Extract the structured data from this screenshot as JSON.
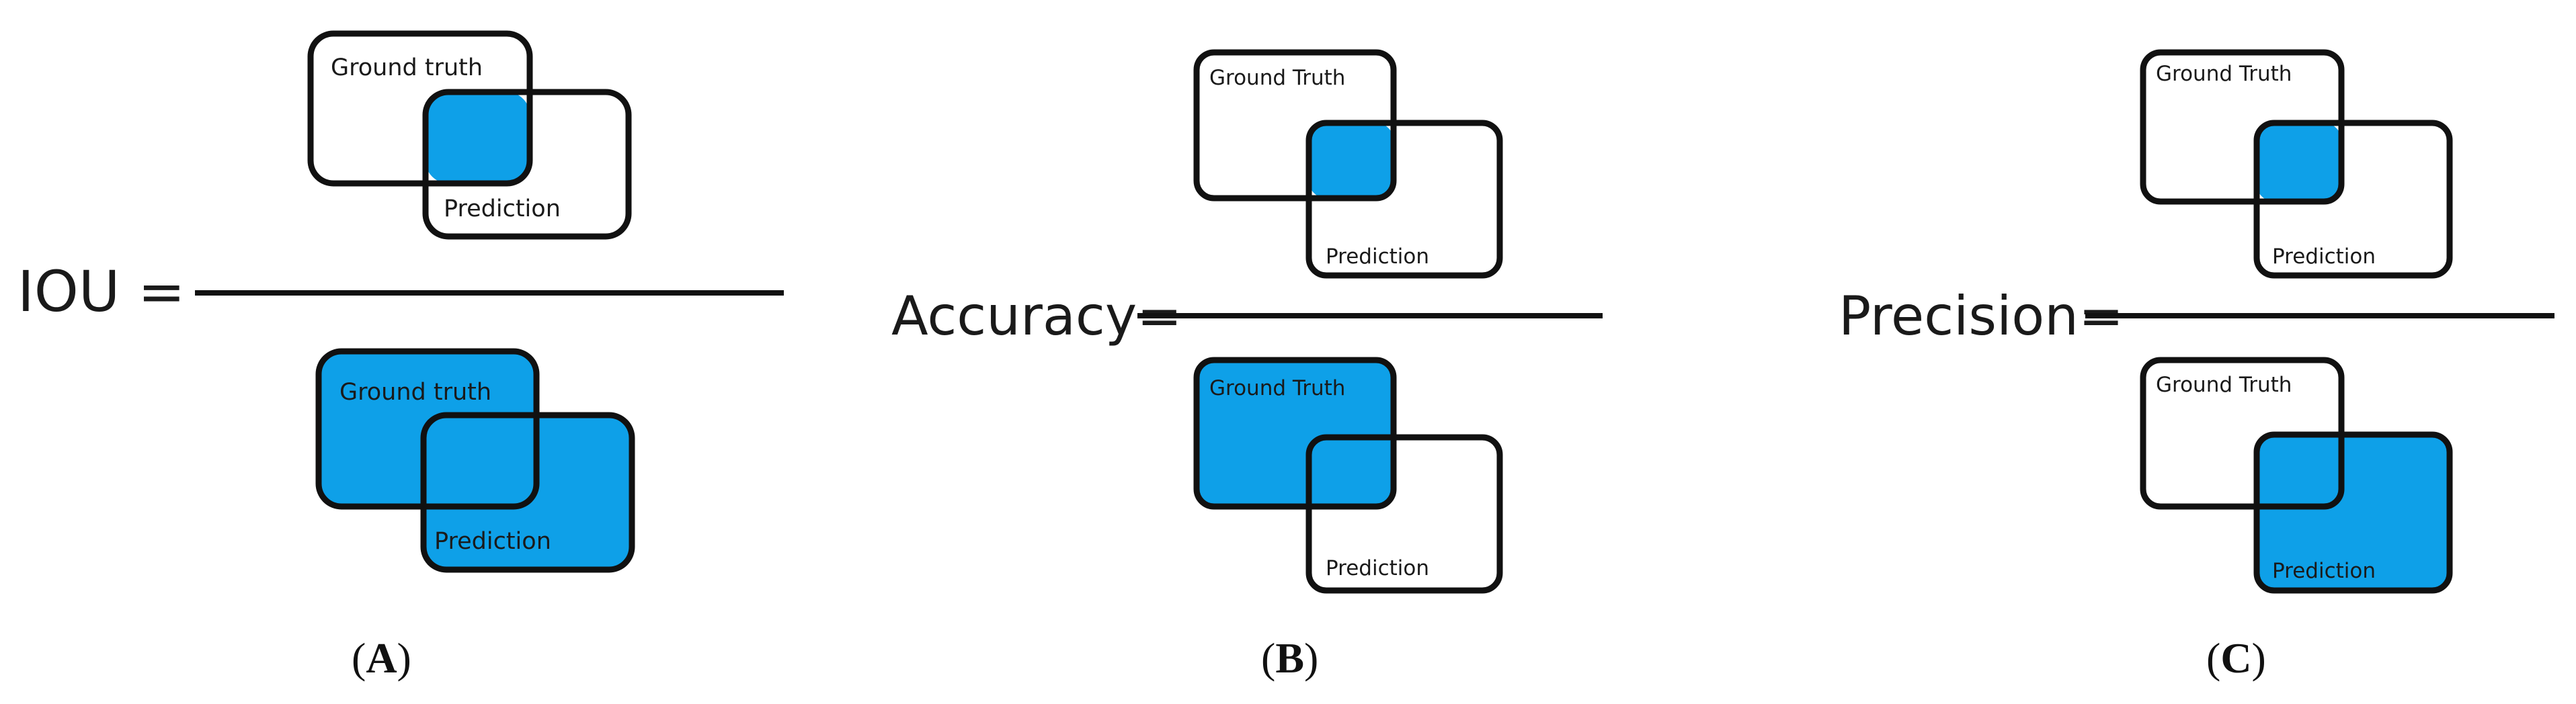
{
  "colors": {
    "fill": "#0ea0e8",
    "stroke": "#111111",
    "background": "#ffffff"
  },
  "panels": [
    {
      "id": "A",
      "equation_label": "IOU =",
      "numerator": {
        "box1_label": "Ground truth",
        "box2_label": "Prediction",
        "highlight": "intersection"
      },
      "denominator": {
        "box1_label": "Ground truth",
        "box2_label": "Prediction",
        "highlight": "union"
      },
      "caption_open": "(",
      "caption_letter": "A",
      "caption_close": ")"
    },
    {
      "id": "B",
      "equation_label": "Accuracy=",
      "numerator": {
        "box1_label": "Ground Truth",
        "box2_label": "Prediction",
        "highlight": "intersection"
      },
      "denominator": {
        "box1_label": "Ground Truth",
        "box2_label": "Prediction",
        "highlight": "ground-truth"
      },
      "caption_open": "(",
      "caption_letter": "B",
      "caption_close": ")"
    },
    {
      "id": "C",
      "equation_label": "Precision=",
      "numerator": {
        "box1_label": "Ground Truth",
        "box2_label": "Prediction",
        "highlight": "intersection"
      },
      "denominator": {
        "box1_label": "Ground Truth",
        "box2_label": "Prediction",
        "highlight": "prediction"
      },
      "caption_open": "(",
      "caption_letter": "C",
      "caption_close": ")"
    }
  ]
}
